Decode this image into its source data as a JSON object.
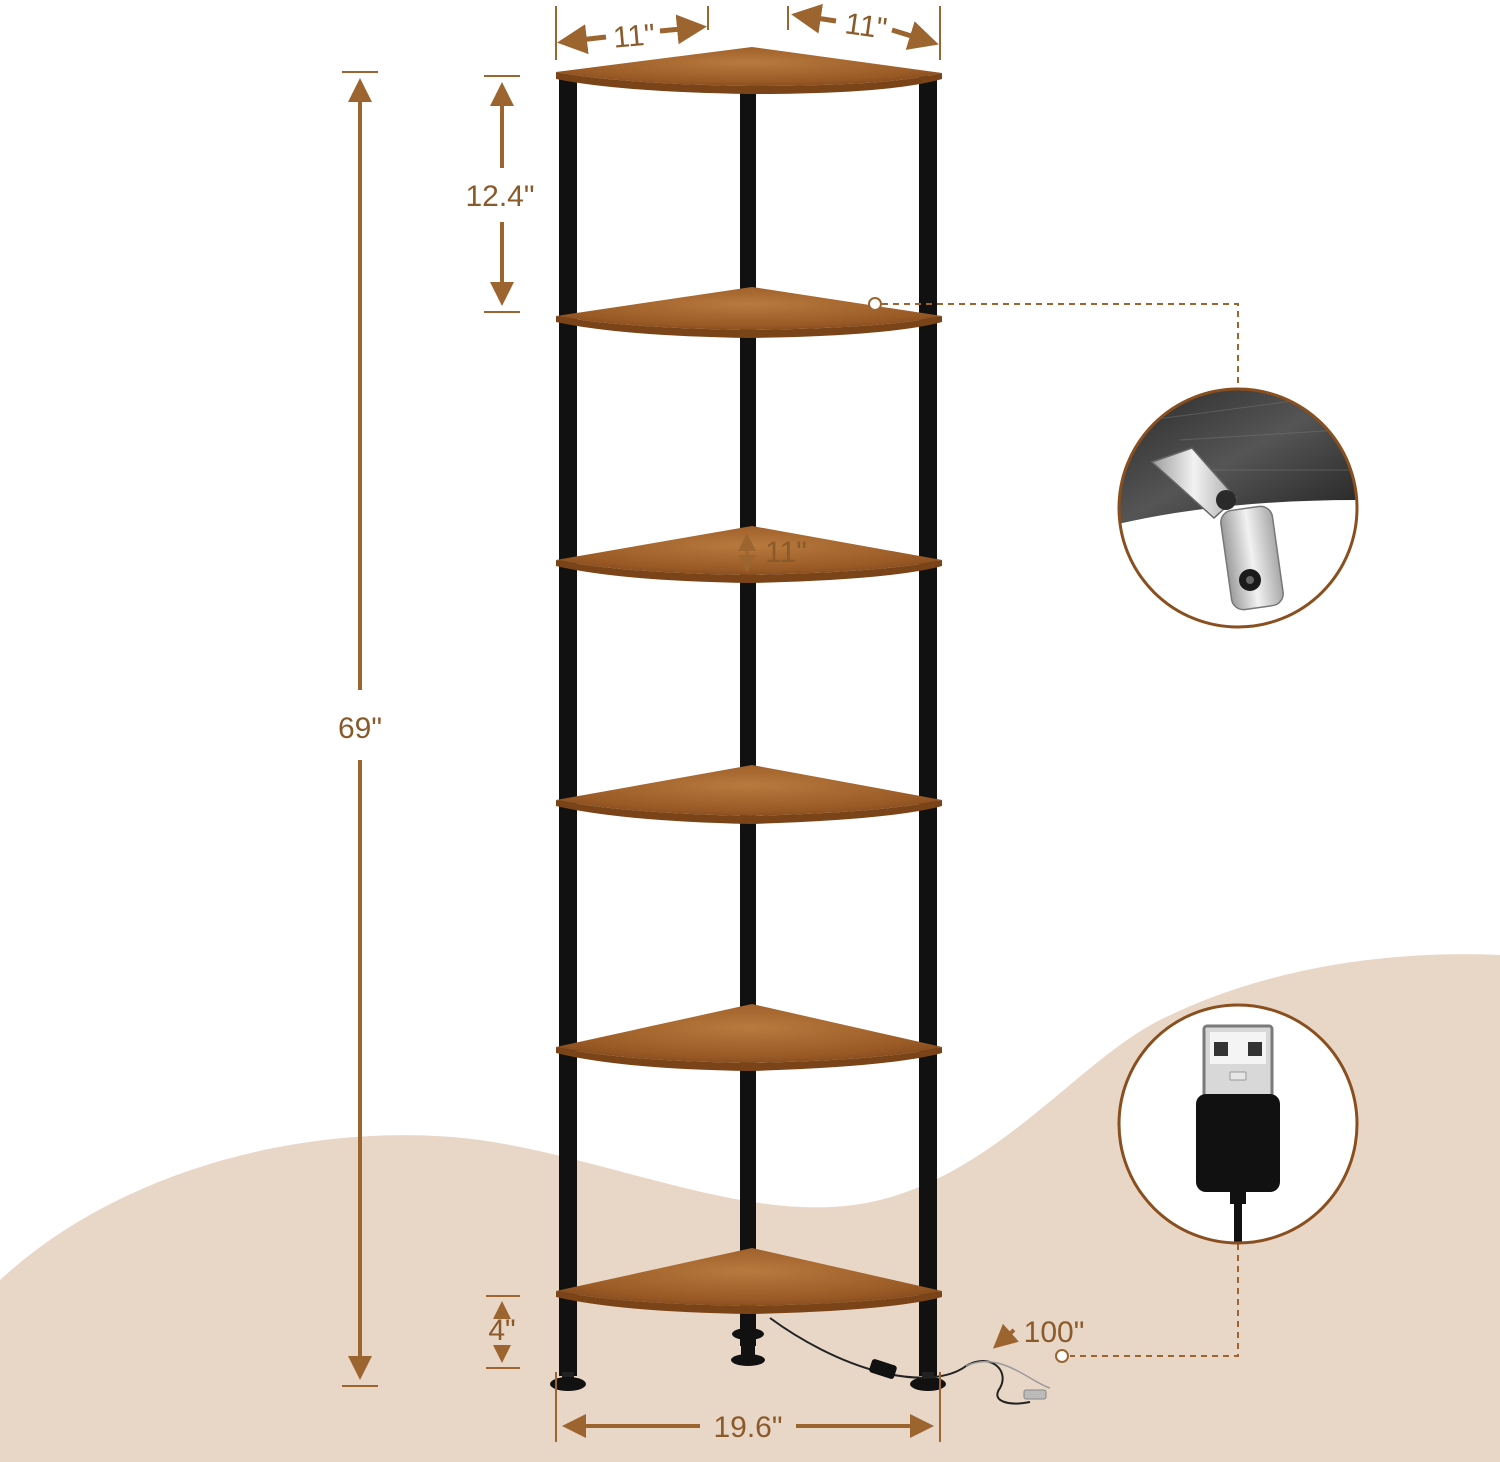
{
  "colors": {
    "accent": "#9c6530",
    "dim_text": "#8a5a2b",
    "floor": "#e8d6c7",
    "frame": "#111111",
    "shelf_wood": "#a5642c",
    "shelf_edge": "#7a4418"
  },
  "dimensions": {
    "top_depth_left": "11\"",
    "top_depth_right": "11\"",
    "shelf_spacing": "12.4\"",
    "total_height": "69\"",
    "shelf_depth": "11\"",
    "bottom_clearance": "4\"",
    "base_width": "19.6\"",
    "cable_length": "100\""
  },
  "callouts": {
    "bracket": {
      "icon": "wall-anchor-bracket-icon"
    },
    "usb": {
      "icon": "usb-plug-icon"
    }
  },
  "product": {
    "shelf_count": 6
  }
}
